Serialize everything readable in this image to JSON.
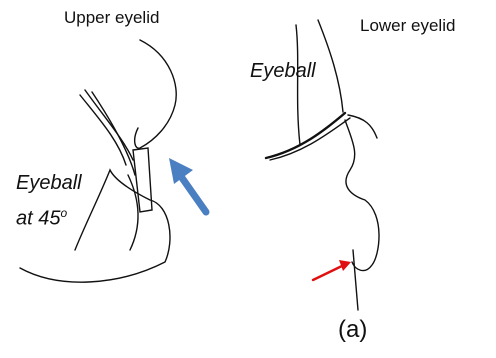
{
  "labels": {
    "upper_eyelid": "Upper eyelid",
    "lower_eyelid": "Lower eyelid",
    "eyeball_right": "Eyeball",
    "eyeball_left_line1": "Eyeball",
    "eyeball_left_line2": "at 45",
    "degree_symbol": "o",
    "caption": "(a)"
  },
  "colors": {
    "stroke": "#111111",
    "blue_arrow": "#4a7fc1",
    "red_arrow": "#e01010"
  }
}
